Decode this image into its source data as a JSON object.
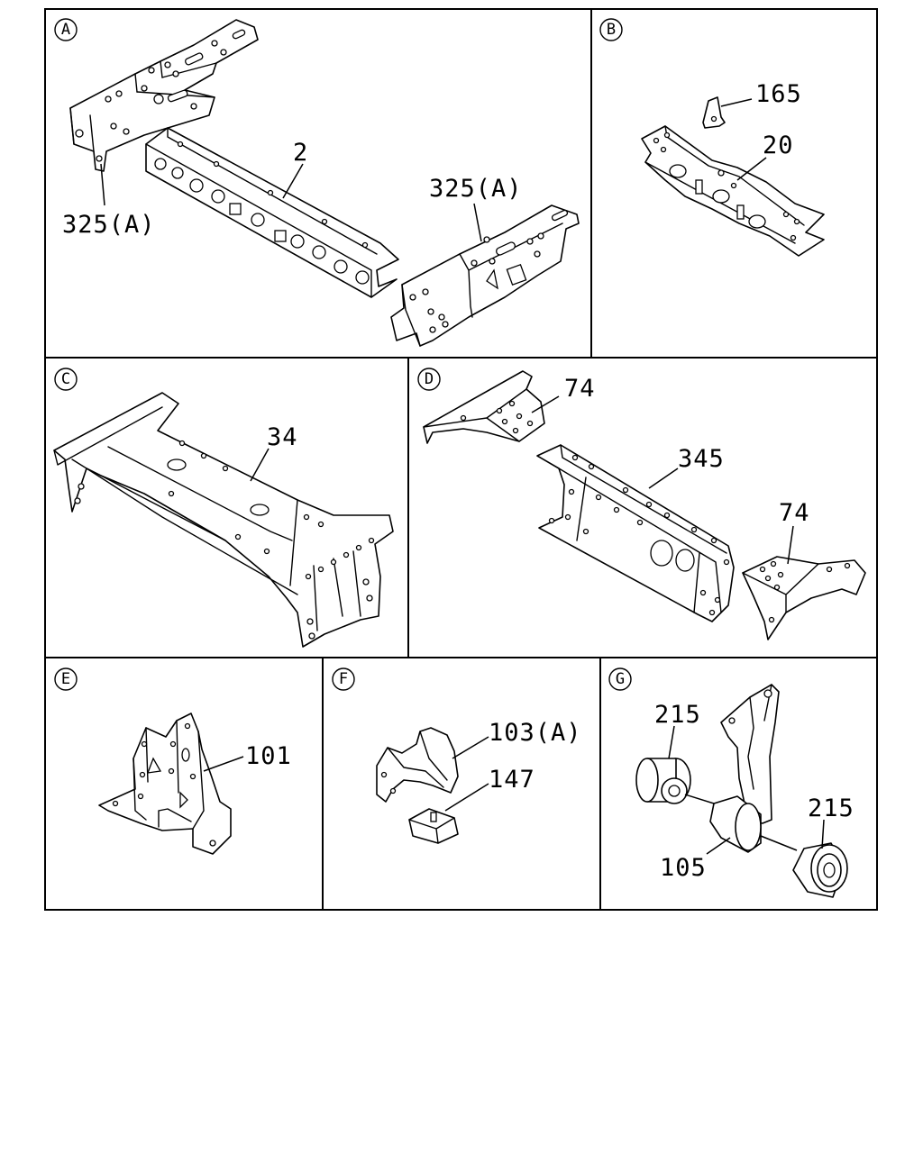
{
  "panels": {
    "a": {
      "badge": "A",
      "callouts": [
        "2",
        "325(A)",
        "325(A)"
      ]
    },
    "b": {
      "badge": "B",
      "callouts": [
        "165",
        "20"
      ]
    },
    "c": {
      "badge": "C",
      "callouts": [
        "34"
      ]
    },
    "d": {
      "badge": "D",
      "callouts": [
        "74",
        "345",
        "74"
      ]
    },
    "e": {
      "badge": "E",
      "callouts": [
        "101"
      ]
    },
    "f": {
      "badge": "F",
      "callouts": [
        "103(A)",
        "147"
      ]
    },
    "g": {
      "badge": "G",
      "callouts": [
        "215",
        "215",
        "105"
      ]
    }
  }
}
